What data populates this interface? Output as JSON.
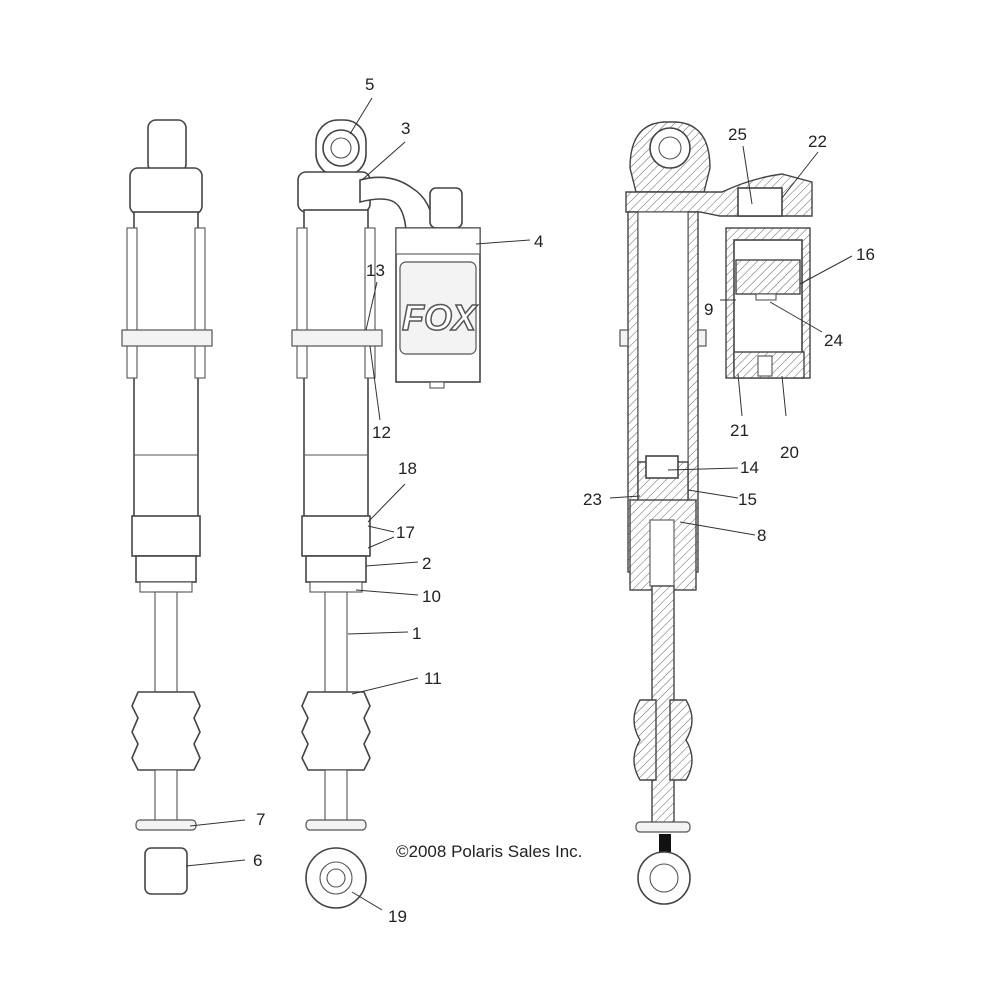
{
  "copyright": "©2008 Polaris Sales Inc.",
  "logo_text": "FOX",
  "callouts": {
    "c1": "1",
    "c2": "2",
    "c3": "3",
    "c4": "4",
    "c5": "5",
    "c6": "6",
    "c7": "7",
    "c8": "8",
    "c9": "9",
    "c10": "10",
    "c11": "11",
    "c12": "12",
    "c13": "13",
    "c14": "14",
    "c15": "15",
    "c16": "16",
    "c17": "17",
    "c18": "18",
    "c19": "19",
    "c20": "20",
    "c21": "21",
    "c22": "22",
    "c23": "23",
    "c24": "24",
    "c25": "25"
  }
}
